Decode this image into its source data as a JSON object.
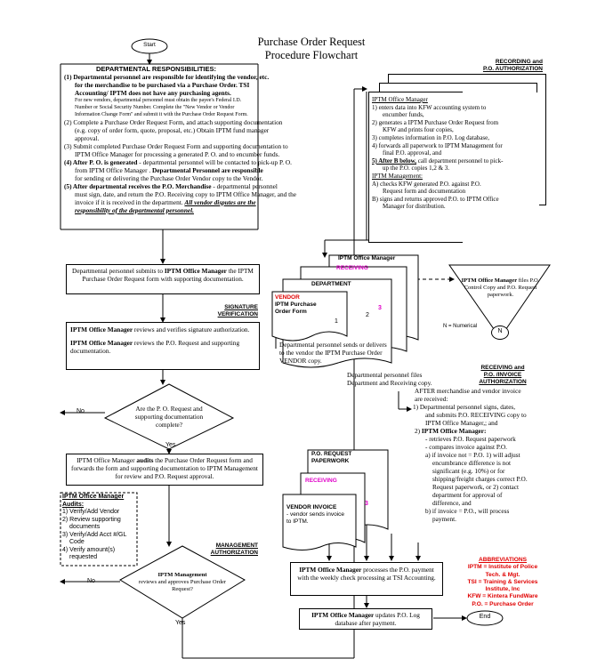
{
  "title": {
    "line1": "Purchase Order Request",
    "line2": "Procedure Flowchart"
  },
  "start_label": "Start",
  "end_label": "End",
  "dept": {
    "heading": "DEPARTMENTAL    RESPONSIBILITIES:",
    "i1a": "(1) Departmental personnel are responsible for identifying the vendor, etc.",
    "i1b": "for the merchandise to be purchased via a Purchase Order. TSI",
    "i1c": "Accounting/ IPTM does not have any purchasing agents.",
    "nv1": "For new vendors, departmental personnel must obtain the payee's Federal I.D.",
    "nv2": "Number or Social Security Number. Complete the \"New Vendor or Vendor",
    "nv3": "Information Change Form\" and submit it with the Purchase Order Request Form.",
    "i2a": "(2) Complete a Purchase Order Request Form, and attach supporting documentation",
    "i2b": "(e.g. copy of order form, quote, proposal, etc.) Obtain IPTM fund manager",
    "i2c": "approval.",
    "i3a": "(3) Submit completed Purchase Order Request Form and supporting documentation to",
    "i3b": "IPTM Office Manager for processing a generated P. O. and to encumber funds.",
    "i4a_bold": "(4) After P. O. is generated",
    "i4a_rest": " - departmental personnel will be contacted to pick-up P. O.",
    "i4b_pre": "from IPTM Office Manager .  ",
    "i4b_bold": "Departmental Personnel are responsible",
    "i4c": "for sending or  delivering the Purchase Order Vendor copy to the Vendor.",
    "i5a_bold": "(5) After departmental receives the P.O. Merchandise",
    "i5a_rest": " - departmental personnel",
    "i5b": "must sign, date, and return the P.O. Receiving copy to IPTM Office Manager, and the",
    "i5c_pre": "invoice if it is received in the department.  ",
    "i5c_ul": "All vendor disputes are the",
    "i5d": "responsibility of the departmental personnel."
  },
  "submit_box": {
    "pre": "Departmental personnel submits to ",
    "bold": "IPTM Office Manager",
    "rest": "the IPTM  Purchase Order Request form with supporting documentation."
  },
  "sigver": {
    "line1": "SIGNATURE",
    "line2": "VERIFICATION"
  },
  "verify_box": {
    "p1_bold": "IPTM Office Manager",
    "p1_rest": " reviews and verifies signature authorization.",
    "p2_bold": "IPTM Office Manager",
    "p2_rest": " reviews the P.O. Request and supporting documentation."
  },
  "decision1": {
    "text": "Are the P. O. Request and supporting documentation complete?",
    "no": "No",
    "yes": "Yes"
  },
  "audit_box": {
    "pre": "IPTM Office Manager ",
    "bold": "audits",
    "rest": " the Purchase Order Request form and forwards the form and supporting documentation to IPTM Management for review and P.O. Request approval."
  },
  "audits_note": {
    "heading1": "IPTM Office Manager",
    "heading2": "Audits:",
    "items": [
      "1) Verify/Add  Vendor",
      "2) Review supporting",
      "documents",
      "3) Verify/Add  Acct #/GL",
      "Code",
      "4) Verify amount(s)",
      "requested"
    ]
  },
  "mgmt_auth": {
    "line1": "MANAGEMENT",
    "line2": "AUTHORIZATION"
  },
  "decision2": {
    "bold": "IPTM Management",
    "text": "reviews and approves Purchase Order Request?",
    "no": "No",
    "yes": "Yes"
  },
  "recording": {
    "line1": "RECORDING and",
    "line2": "P.O. AUTHORIZATION"
  },
  "kfw_box": {
    "heading": "IPTM Office Manager",
    "lines": [
      "1) enters data into KFW accounting system to",
      "encumber funds,",
      "2) generates a IPTM Purchase Order Request from",
      "KFW and prints four copies,",
      "3) completes information in P.O. Log database,",
      "4) forwards all paperwork to IPTM Management for",
      "final P.O. approval, and",
      "call department personnel to pick-",
      "up the P.O. copies 1,2 & 3."
    ],
    "i5_ul": "5) After B below,",
    "mgmt_heading": "IPTM Management:",
    "mgmt_lines": [
      "A) checks KFW generated P.O. against P.O.",
      "Request form and documentation",
      "B) signs and returns approved P.O. to IPTM Office",
      "Manager for  distribution."
    ]
  },
  "docs_stack": {
    "office_mgr": "IPTM Office Manager",
    "receiving": "RECEIVING",
    "department": "DEPARTMENT",
    "vendor": "VENDOR",
    "form_title": "IPTM Purchase Order Form",
    "n1": "1",
    "n2": "2",
    "n3": "3"
  },
  "sends_text": "Departmental personnel sends or delivers to the vendor the IPTM Purchase Order VENDOR copy.",
  "files_text": "Departmental personnel files Department and Receiving copy.",
  "triangle": {
    "bold": "IPTM Office Manager",
    "text": " files P.O. Control Copy and P.O. Request paperwork.",
    "n_label": "N = Numerical",
    "n": "N"
  },
  "receiving_invoice": {
    "line1": "RECEIVING and",
    "line2": "P.O. /INVOICE",
    "line3": "AUTHORIZATION"
  },
  "after_text": {
    "l1": "AFTER merchandise and vendor invoice",
    "l2": "are received:",
    "l3": "1) Departmental personnel signs, dates,",
    "l4": "and submits P.O. RECEIVING copy to",
    "l5": "IPTM Office Manager,; and",
    "l6_pre": "2) ",
    "l6_bold": "IPTM Office Manager:",
    "l7": "- retrieves P.O. Request paperwork",
    "l8": "- compares invoice against P.O.",
    "l9": "a) if invoice not = P.O. 1) will  adjust",
    "l10": "encumbrance difference is not",
    "l11": "significant (e.g. 10%) or for",
    "l12": "shipping/freight charges correct P.O.",
    "l13": "Request paperwork, or 2) contact",
    "l14": "department for approval of",
    "l15": "difference, and",
    "l16": "b) if invoice = P.O., will process",
    "l17": "payment."
  },
  "po_stack": {
    "po_request": "P.O. REQUEST",
    "paperwork": "PAPERWORK",
    "receiving": "RECEIVING",
    "vendor_invoice": "VENDOR INVOICE",
    "vi_text": "- vendor sends invoice to IPTM.",
    "n3": "3"
  },
  "process_box": {
    "bold": "IPTM Office Manager",
    "rest": " processes the P.O. payment with the weekly check processing at TSI Accounting."
  },
  "update_box": {
    "bold": "IPTM Office Manager",
    "rest": " updates P.O. Log database after payment."
  },
  "abbrev": {
    "heading": "ABBREVIATIONS",
    "l1": "IPTM = Institute of Police",
    "l2": "Tech. & Mgt.",
    "l3": "TSI = Training & Services",
    "l4": "Institute, Inc",
    "l5": "KFW = Kintera FundWare",
    "l6": "P.O. = Purchase Order"
  }
}
